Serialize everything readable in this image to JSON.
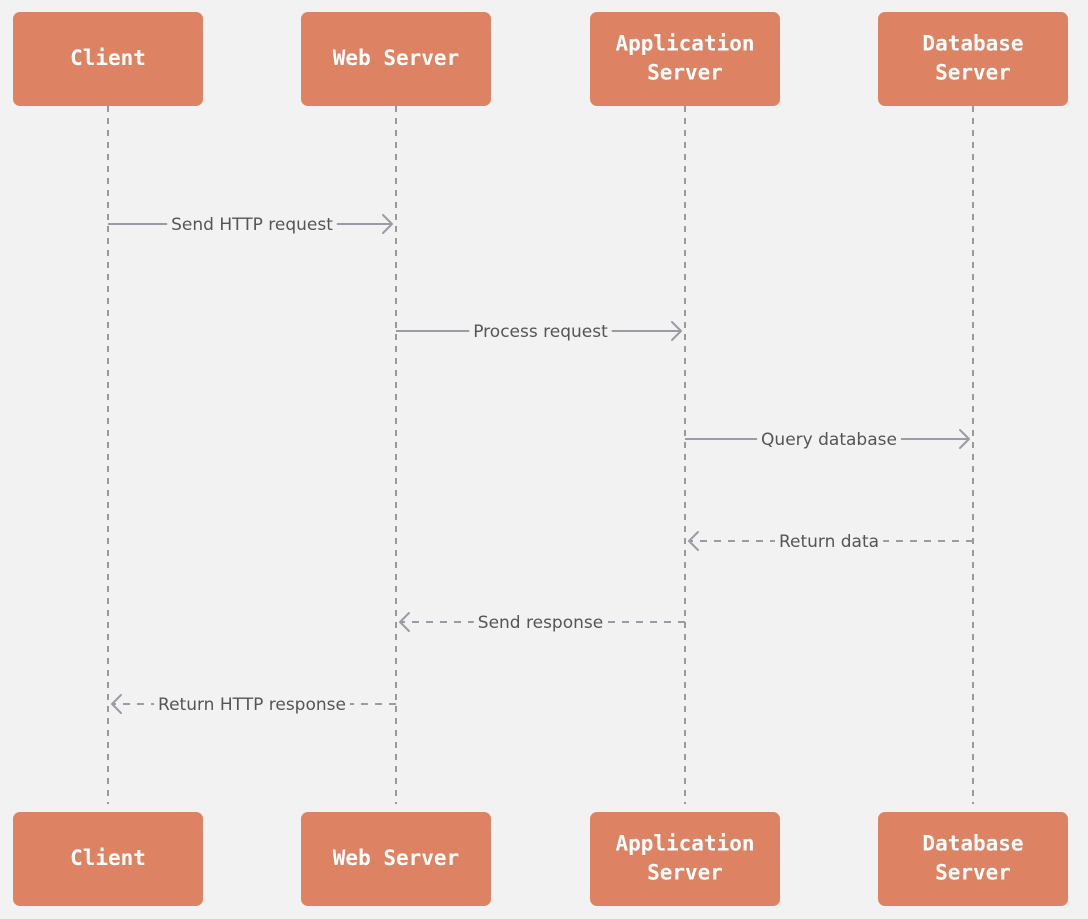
{
  "participants": [
    {
      "id": "client",
      "lines": [
        "Client"
      ]
    },
    {
      "id": "web",
      "lines": [
        "Web Server"
      ]
    },
    {
      "id": "app",
      "lines": [
        "Application",
        "Server"
      ]
    },
    {
      "id": "db",
      "lines": [
        "Database",
        "Server"
      ]
    }
  ],
  "messages": [
    {
      "from": "client",
      "to": "web",
      "label": "Send HTTP request",
      "style": "solid"
    },
    {
      "from": "web",
      "to": "app",
      "label": "Process request",
      "style": "solid"
    },
    {
      "from": "app",
      "to": "db",
      "label": "Query database",
      "style": "solid"
    },
    {
      "from": "db",
      "to": "app",
      "label": "Return data",
      "style": "dashed"
    },
    {
      "from": "app",
      "to": "web",
      "label": "Send response",
      "style": "dashed"
    },
    {
      "from": "web",
      "to": "client",
      "label": "Return HTTP response",
      "style": "dashed"
    }
  ],
  "colors": {
    "actor_fill": "#dd8262",
    "actor_text": "#ffffff",
    "line": "#9b9ba6",
    "background": "#f2f2f2"
  }
}
